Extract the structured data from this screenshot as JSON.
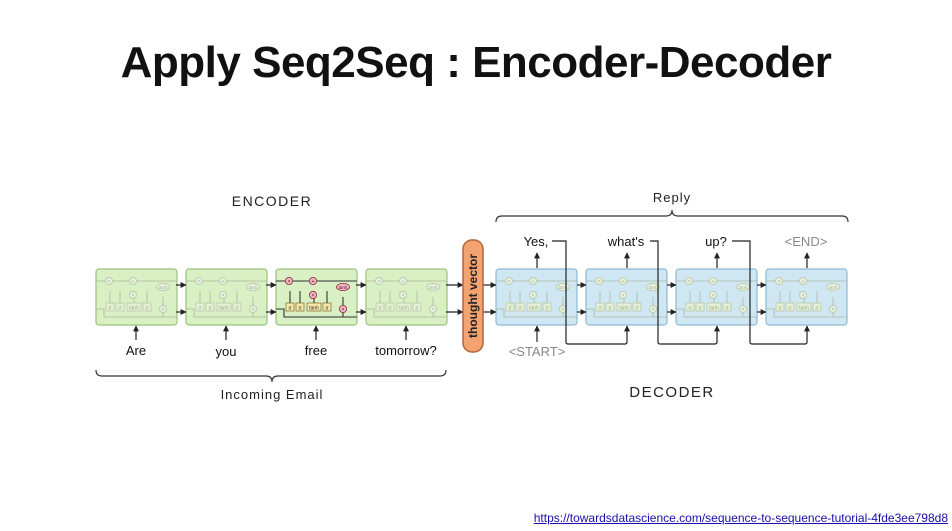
{
  "slide": {
    "title": "Apply Seq2Seq : Encoder-Decoder",
    "link": "https://towardsdatascience.com/sequence-to-sequence-tutorial-4fde3ee798d8"
  },
  "diagram": {
    "encoder_label": "ENCODER",
    "decoder_label": "DECODER",
    "reply_label": "Reply",
    "incoming_label": "Incoming Email",
    "thought_vector": "thought vector",
    "encoder_inputs": [
      "Are",
      "you",
      "free",
      "tomorrow?"
    ],
    "decoder_outputs": [
      "Yes,",
      "what's",
      "up?",
      "<END>"
    ],
    "decoder_start": "<START>",
    "cell_gate_labels": [
      "σ",
      "σ",
      "tanh",
      "σ"
    ],
    "cell_tanh_label": "tanh",
    "cell_mult_label": "×",
    "cell_add_label": "+",
    "colors": {
      "encoder_fill": "#d9efc4",
      "encoder_stroke": "#9dc27a",
      "decoder_fill": "#cfe6f3",
      "decoder_stroke": "#8dbad3",
      "thought_fill": "#f2a371",
      "thought_stroke": "#b0673b",
      "gate_fill": "#f7e7a8",
      "op_fill": "#f1b9c4"
    }
  }
}
